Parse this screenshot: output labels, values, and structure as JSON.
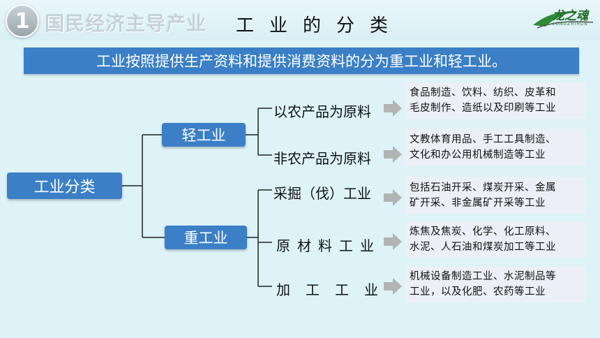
{
  "header": {
    "badge_number": "1",
    "section_title": "国民经济主导产业",
    "page_title": "工业的分类",
    "logo_text": "龙之魂",
    "logo_sub": "LONGZHIHUN"
  },
  "banner": "工业按照提供生产资料和提供消费资料的分为重工业和轻工业。",
  "tree": {
    "root": "工业分类",
    "light_industry": {
      "label": "轻工业",
      "children": [
        {
          "label": "以农产品为原料",
          "desc": [
            "食品制造、饮料、纺织、皮革和",
            "毛皮制作、造纸以及印刷等工业"
          ]
        },
        {
          "label": "非农产品为原料",
          "desc": [
            "文教体育用品、手工工具制造、",
            "文化和办公用机械制造等工业"
          ]
        }
      ]
    },
    "heavy_industry": {
      "label": "重工业",
      "children": [
        {
          "label": "采掘（伐）工业",
          "desc": [
            "包括石油开采、煤炭开采、金属",
            "矿开采、非金属矿开采等工业"
          ]
        },
        {
          "label": "原材料工业",
          "desc": [
            "炼焦及焦炭、化学、化工原料、",
            "水泥、人石油和煤炭加工等工业"
          ]
        },
        {
          "label": "加工工业",
          "desc": [
            "机械设备制造工业、水泥制品等",
            "工业，以及化肥、农药等工业"
          ]
        }
      ]
    }
  },
  "colors": {
    "background": "#ddf3f8",
    "box_blue": "#3b7fc6",
    "desc_bg": "#ecf0f6",
    "arrow_gray": "#b3b3b3",
    "connector": "#222222"
  }
}
